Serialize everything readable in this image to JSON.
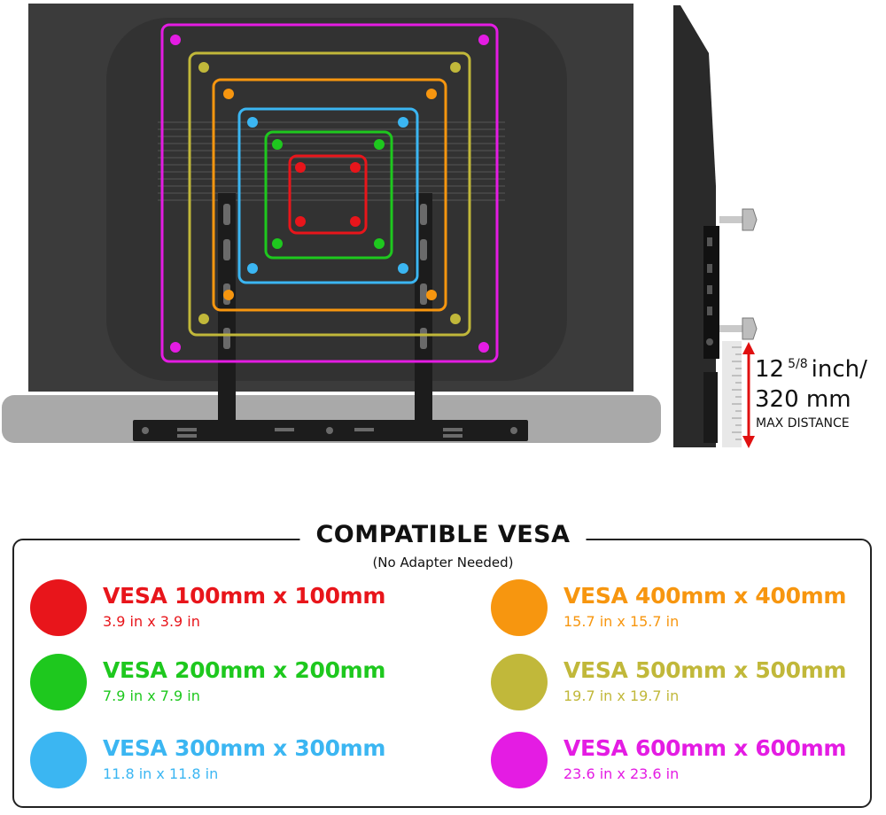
{
  "distance": {
    "whole": "12",
    "fraction": "5/8",
    "unit_line1": "inch/",
    "metric": "320 mm",
    "caption": "MAX DISTANCE"
  },
  "panel": {
    "title": "COMPATIBLE VESA",
    "subtitle": "(No Adapter Needed)"
  },
  "vesa": [
    {
      "size": "VESA 100mm x 100mm",
      "inch": "3.9 in x 3.9 in",
      "color": "#e8151b"
    },
    {
      "size": "VESA 200mm x 200mm",
      "inch": "7.9 in x 7.9 in",
      "color": "#1ec81e"
    },
    {
      "size": "VESA 300mm x 300mm",
      "inch": "11.8 in x 11.8 in",
      "color": "#3bb6f2"
    },
    {
      "size": "VESA 400mm x 400mm",
      "inch": "15.7 in x 15.7 in",
      "color": "#f7960f"
    },
    {
      "size": "VESA 500mm x 500mm",
      "inch": "19.7 in x 19.7 in",
      "color": "#c1b83a"
    },
    {
      "size": "VESA 600mm x 600mm",
      "inch": "23.6 in x 23.6 in",
      "color": "#e41ce3"
    }
  ]
}
